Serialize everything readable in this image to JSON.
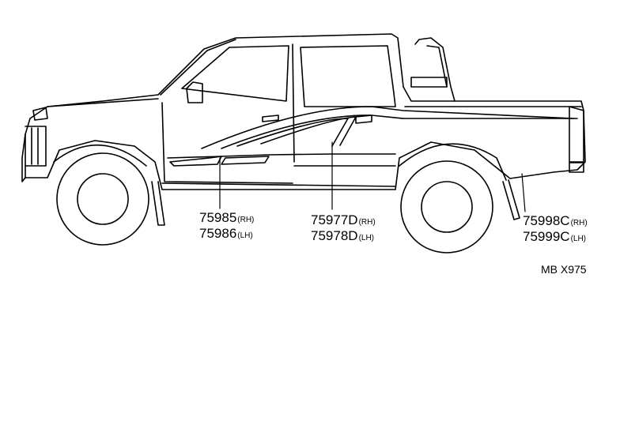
{
  "labels": {
    "group1": [
      {
        "part": "75985",
        "side": "(RH)"
      },
      {
        "part": "75986",
        "side": "(LH)"
      }
    ],
    "group2": [
      {
        "part": "75977D",
        "side": "(RH)"
      },
      {
        "part": "75978D",
        "side": "(LH)"
      }
    ],
    "group3": [
      {
        "part": "75998C",
        "side": "(RH)"
      },
      {
        "part": "75999C",
        "side": "(LH)"
      }
    ]
  },
  "reference": "MB X975",
  "colors": {
    "line": "#000000",
    "background": "#ffffff"
  }
}
